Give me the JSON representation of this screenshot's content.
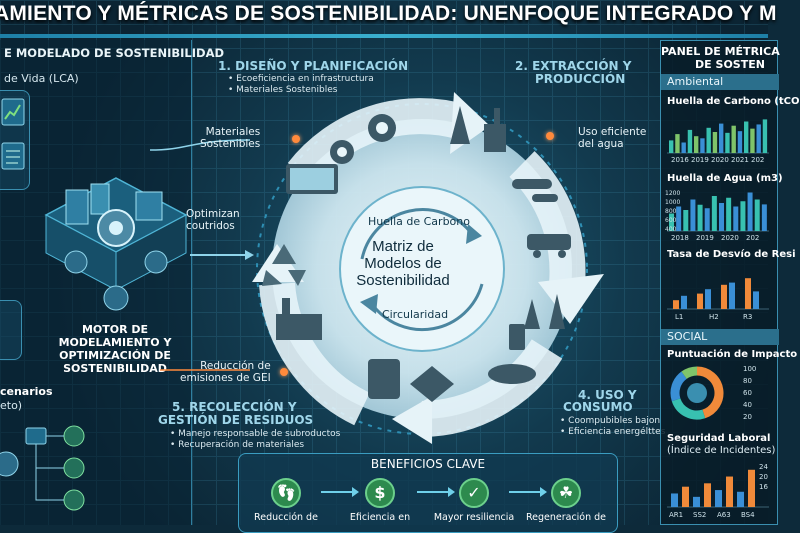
{
  "title": "AMIENTO Y MÉTRICAS DE SOSTENIBILIDAD: UNENFOQUE INTEGRADO Y M",
  "left_panel": {
    "title": "E MODELADO DE SOSTENIBILIDAD",
    "subtitle": "de Vida (LCA)",
    "engine_label": "MOTOR DE MODELAMIENTO Y OPTIMIZACIÓN DE SOSTENIBILIDAD",
    "scenarios_title": "cenarios",
    "scenarios_sub": "eto)"
  },
  "cycle": {
    "center_top": "Huella de Carbono",
    "center_title": "Matriz de Modelos de Sostenibilidad",
    "center_bottom": "Circularidad",
    "stage1": {
      "title": "1. DISEÑO Y PLANIFICACIÓN",
      "items": [
        "• Ecoeficiencia en infrastructura",
        "• Materiales Sostenibles"
      ]
    },
    "stage2": {
      "title": "2. EXTRACCIÓN Y",
      "title2": "PRODUCCIÓN"
    },
    "stage4": {
      "title": "4. USO Y",
      "title2": "CONSUMO",
      "items": [
        "• Coompubibles bajon",
        "• Eficiencia energélttes"
      ]
    },
    "stage5": {
      "title": "5. RECOLECCIÓN Y",
      "title2": "GESTIÓN DE RESIDUOS",
      "items": [
        "• Manejo responsable de subroductos",
        "• Recuperación de materiales"
      ]
    },
    "callout_materiales": "Materiales\nSostenibles",
    "callout_optimizan": "Optimizan\ncoutridos",
    "callout_reduccion": "Reducción de\nemisiones de GEI",
    "callout_agua": "Uso eficiente\ndel agua"
  },
  "benefits": {
    "title": "BENEFICIOS CLAVE",
    "items": [
      {
        "icon": "footprint-icon",
        "label": "Reducción de"
      },
      {
        "icon": "dollar-icon",
        "label": "Eficiencia en"
      },
      {
        "icon": "shield-icon",
        "label": "Mayor resiliencia"
      },
      {
        "icon": "leaf-icon",
        "label": "Regeneración de"
      }
    ]
  },
  "right_panel": {
    "title": "PANEL DE MÉTRICA",
    "title2": "DE SOSTEN",
    "ambiental": "Ambiental",
    "social": "SOCIAL",
    "colors": {
      "teal": "#38c1b0",
      "green": "#7fc46a",
      "blue": "#3a8fd6",
      "orange": "#f08a3a"
    }
  },
  "chart_data": [
    {
      "type": "bar",
      "title": "Huella de Carbono (tCO",
      "categories": [
        "2016",
        "2019",
        "2020",
        "2021",
        "202"
      ],
      "values": [
        30,
        45,
        25,
        55,
        40,
        35,
        60,
        50,
        70,
        48,
        65,
        52,
        75,
        58,
        68,
        80
      ],
      "ylim": [
        0,
        100
      ]
    },
    {
      "type": "bar",
      "title": "Huella de Agua (m3)",
      "y_ticks": [
        "1200",
        "1000",
        "800",
        "600",
        "400"
      ],
      "categories": [
        "2018",
        "2019",
        "2020",
        "202"
      ],
      "values": [
        500,
        700,
        600,
        900,
        750,
        650,
        1000,
        800,
        950,
        700,
        850,
        1100,
        900,
        760
      ],
      "ylim": [
        0,
        1200
      ]
    },
    {
      "type": "bar",
      "title": "Tasa de Desvío de Resi",
      "categories": [
        "L1",
        "H2",
        "R3"
      ],
      "series": [
        {
          "values": [
            20,
            35,
            55,
            70
          ]
        },
        {
          "values": [
            30,
            45,
            60,
            40
          ]
        }
      ],
      "ylim": [
        0,
        100
      ]
    },
    {
      "type": "pie",
      "title": "Puntuación de Impacto",
      "y_ticks": [
        "100",
        "80",
        "60",
        "40",
        "20"
      ],
      "values": [
        45,
        25,
        20,
        10
      ]
    },
    {
      "type": "bar",
      "title": "Seguridad Laboral",
      "subtitle": "(Índice de Incidentes)",
      "categories": [
        "AR1",
        "SS2",
        "A63",
        "BS4"
      ],
      "y_ticks": [
        "24",
        "20",
        "16"
      ],
      "values": [
        8,
        12,
        6,
        14,
        10,
        18,
        9,
        22
      ],
      "ylim": [
        0,
        26
      ]
    }
  ]
}
